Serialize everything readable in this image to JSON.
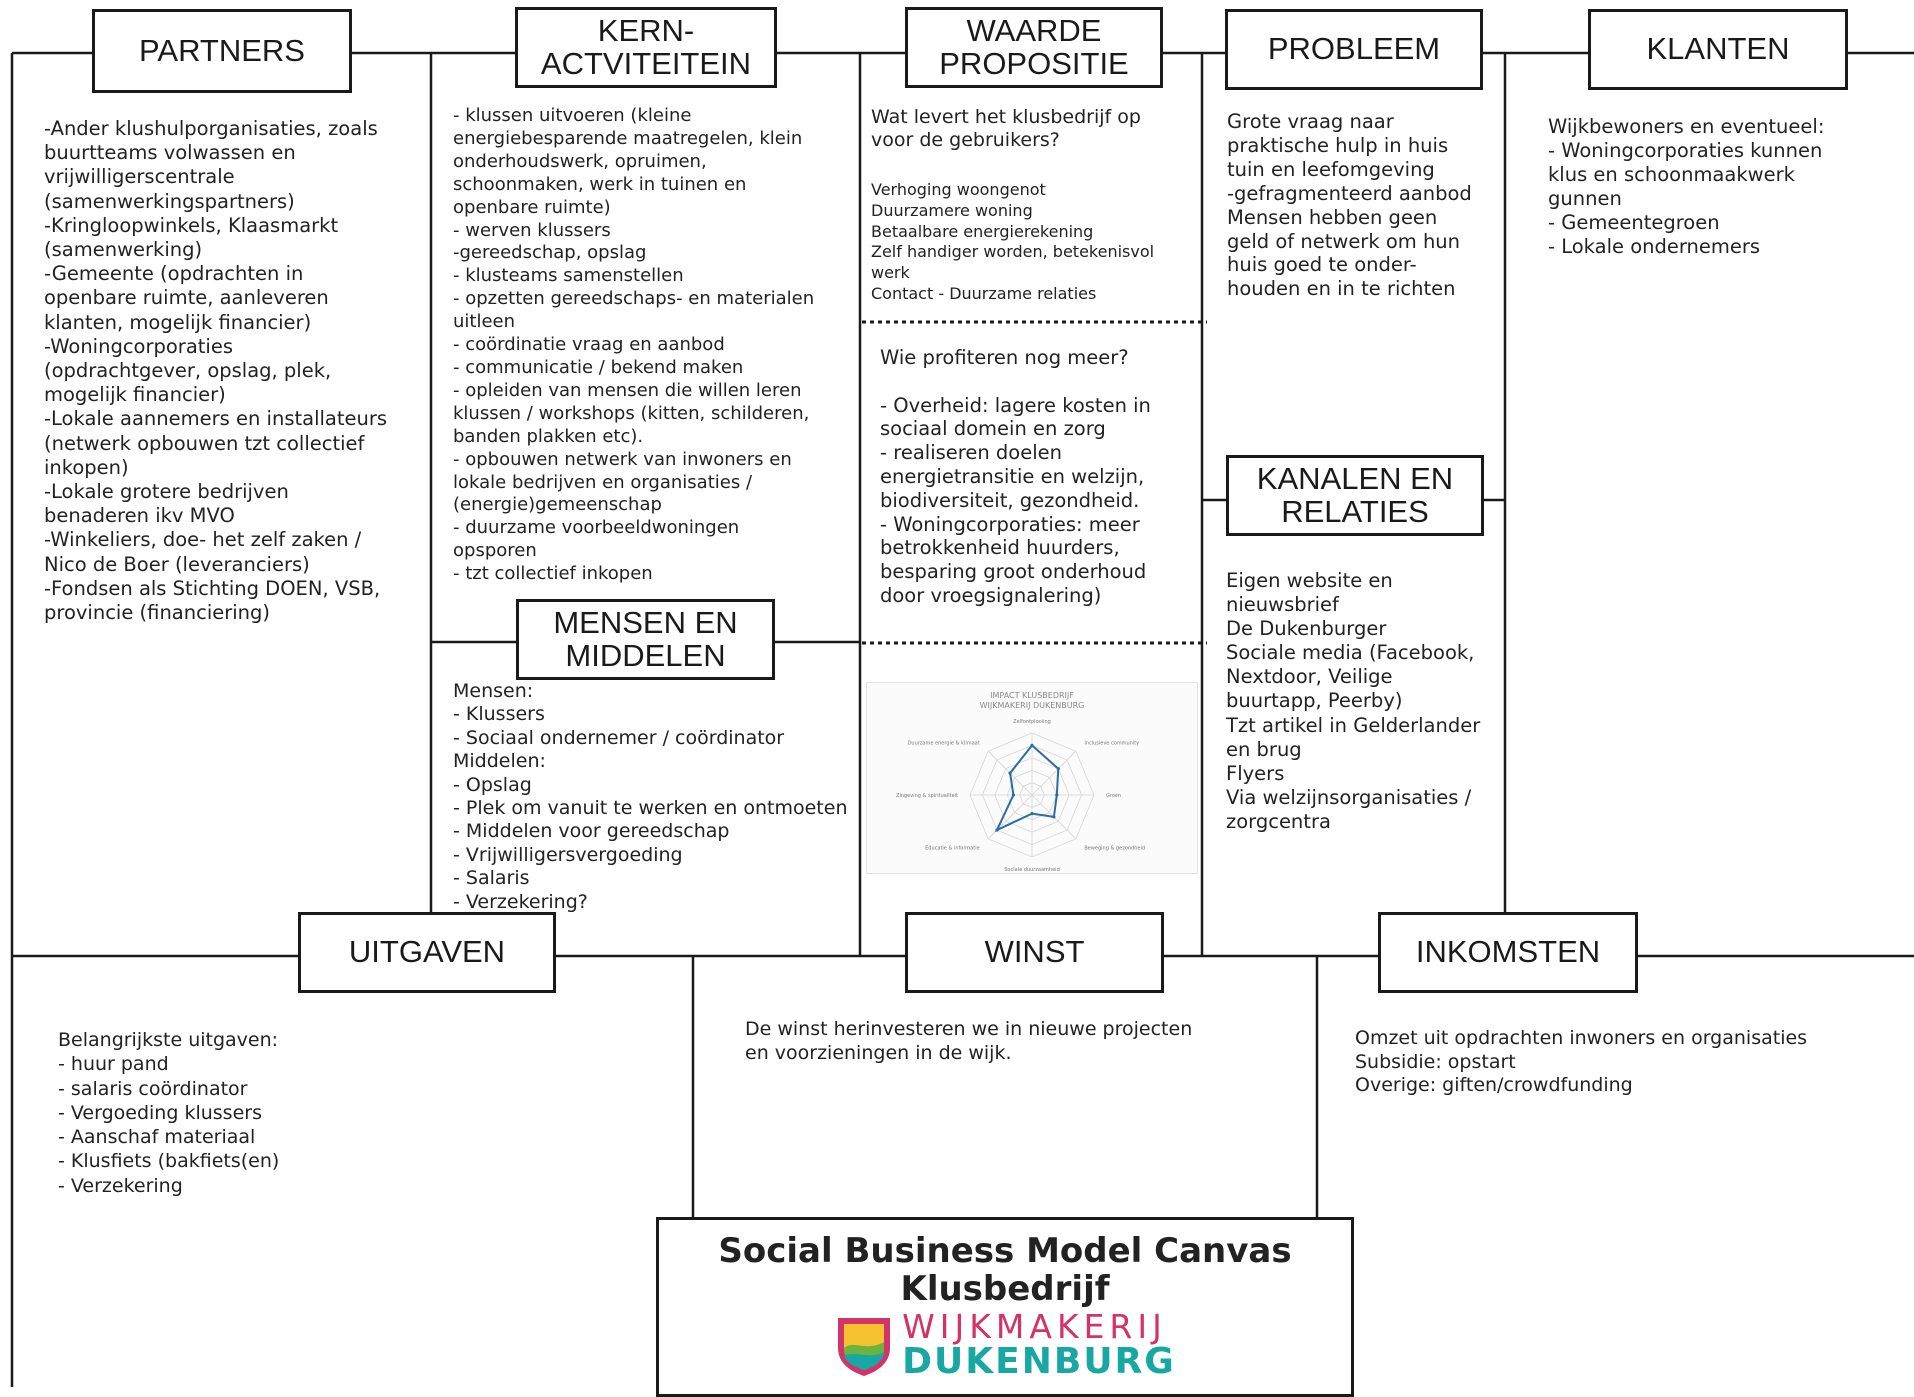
{
  "headers": {
    "partners": "PARTNERS",
    "kern": "KERN-\nACTVITEITEIN",
    "waarde": "WAARDE\nPROPOSITIE",
    "probleem": "PROBLEEM",
    "klanten": "KLANTEN",
    "mensen": "MENSEN EN\nMIDDELEN",
    "kanalen": "KANALEN EN\nRELATIES",
    "uitgaven": "UITGAVEN",
    "winst": "WINST",
    "inkomsten": "INKOMSTEN"
  },
  "partners": {
    "text": "-Ander klushulporganisaties, zoals\nbuurtteams volwassen en\nvrijwilligerscentrale\n(samenwerkingspartners)\n-Kringloopwinkels, Klaasmarkt\n(samenwerking)\n-Gemeente (opdrachten in\nopenbare ruimte, aanleveren\nklanten, mogelijk financier)\n-Woningcorporaties\n(opdrachtgever, opslag, plek,\nmogelijk financier)\n-Lokale aannemers en installateurs\n(netwerk opbouwen tzt collectief\ninkopen)\n-Lokale grotere bedrijven\nbenaderen ikv MVO\n-Winkeliers, doe- het zelf zaken /\nNico de Boer (leveranciers)\n-Fondsen als Stichting DOEN, VSB,\nprovincie (financiering)"
  },
  "kern": {
    "text": "- klussen uitvoeren (kleine\nenergiebesparende maatregelen, klein\nonderhoudswerk, opruimen,\nschoonmaken, werk in tuinen en\nopenbare ruimte)\n- werven klussers\n-gereedschap, opslag\n- klusteams samenstellen\n- opzetten gereedschaps- en materialen\nuitleen\n- coördinatie vraag en aanbod\n- communicatie / bekend maken\n- opleiden van mensen die willen leren\nklussen / workshops (kitten, schilderen,\nbanden plakken etc).\n- opbouwen netwerk van inwoners en\nlokale bedrijven en organisaties /\n(energie)gemeenschap\n- duurzame voorbeeldwoningen\nopsporen\n- tzt collectief inkopen"
  },
  "mensen": {
    "text": "Mensen:\n- Klussers\n- Sociaal ondernemer / coördinator\nMiddelen:\n- Opslag\n- Plek om vanuit te werken en ontmoeten\n- Middelen voor gereedschap\n- Vrijwilligersvergoeding\n- Salaris\n- Verzekering?"
  },
  "waarde": {
    "question": "Wat levert het klusbedrijf op\nvoor de gebruikers?",
    "list": "Verhoging woongenot\nDuurzamere woning\nBetaalbare energierekening\nZelf handiger worden, betekenisvol\nwerk\nContact - Duurzame relaties",
    "profit": "Wie profiteren nog meer?\n\n- Overheid: lagere kosten in\nsociaal domein en zorg\n- realiseren doelen\nenergietransitie en welzijn,\nbiodiversiteit, gezondheid.\n- Woningcorporaties: meer\nbetrokkenheid huurders,\nbesparing groot onderhoud\ndoor vroegsignalering)"
  },
  "chart_data": {
    "type": "radar",
    "title": "IMPACT KLUSBEDRIJF\nWIJKMAKERIJ DUKENBURG",
    "categories": [
      "Zelfontplooiing",
      "Inclusieve community",
      "Groen",
      "Beweging & gezondheid",
      "Sociale duurzaamheid",
      "Educatie & informatie",
      "Zingeving & spiritualiteit",
      "Duurzame energie & klimaat"
    ],
    "values": [
      4,
      3,
      2,
      2.5,
      1.5,
      4,
      1.5,
      2.5
    ],
    "max": 5,
    "colors": {
      "series": "#2b6ca3",
      "grid": "#d5d5d5"
    }
  },
  "probleem": {
    "text": "Grote vraag naar\npraktische hulp in huis\ntuin en leefomgeving\n-gefragmenteerd aanbod\nMensen hebben geen\ngeld of netwerk om hun\nhuis goed te onder-\nhouden en in te richten"
  },
  "kanalen": {
    "text": "Eigen website en\nnieuwsbrief\nDe Dukenburger\nSociale media (Facebook,\nNextdoor, Veilige\nbuurtapp, Peerby)\nTzt artikel in Gelderlander\nen brug\nFlyers\nVia welzijnsorganisaties /\nzorgcentra"
  },
  "klanten": {
    "text": "Wijkbewoners en eventueel:\n- Woningcorporaties kunnen\nklus en schoonmaakwerk\ngunnen\n- Gemeentegroen\n- Lokale ondernemers"
  },
  "uitgaven": {
    "text": "Belangrijkste uitgaven:\n- huur pand\n- salaris coördinator\n- Vergoeding klussers\n- Aanschaf materiaal\n- Klusfiets (bakfiets(en)\n- Verzekering"
  },
  "winst": {
    "text": "De winst herinvesteren we in nieuwe projecten\nen voorzieningen in de wijk."
  },
  "inkomsten": {
    "text": "Omzet uit opdrachten inwoners en organisaties\nSubsidie: opstart\nOverige: giften/crowdfunding"
  },
  "title": {
    "main": "Social Business Model Canvas\nKlusbedrijf",
    "logo_line1": "WIJKMAKERIJ",
    "logo_line2": "DUKENBURG",
    "logo_colors": {
      "pink": "#d2336b",
      "teal": "#18a7a3",
      "green": "#6bb43f"
    }
  }
}
